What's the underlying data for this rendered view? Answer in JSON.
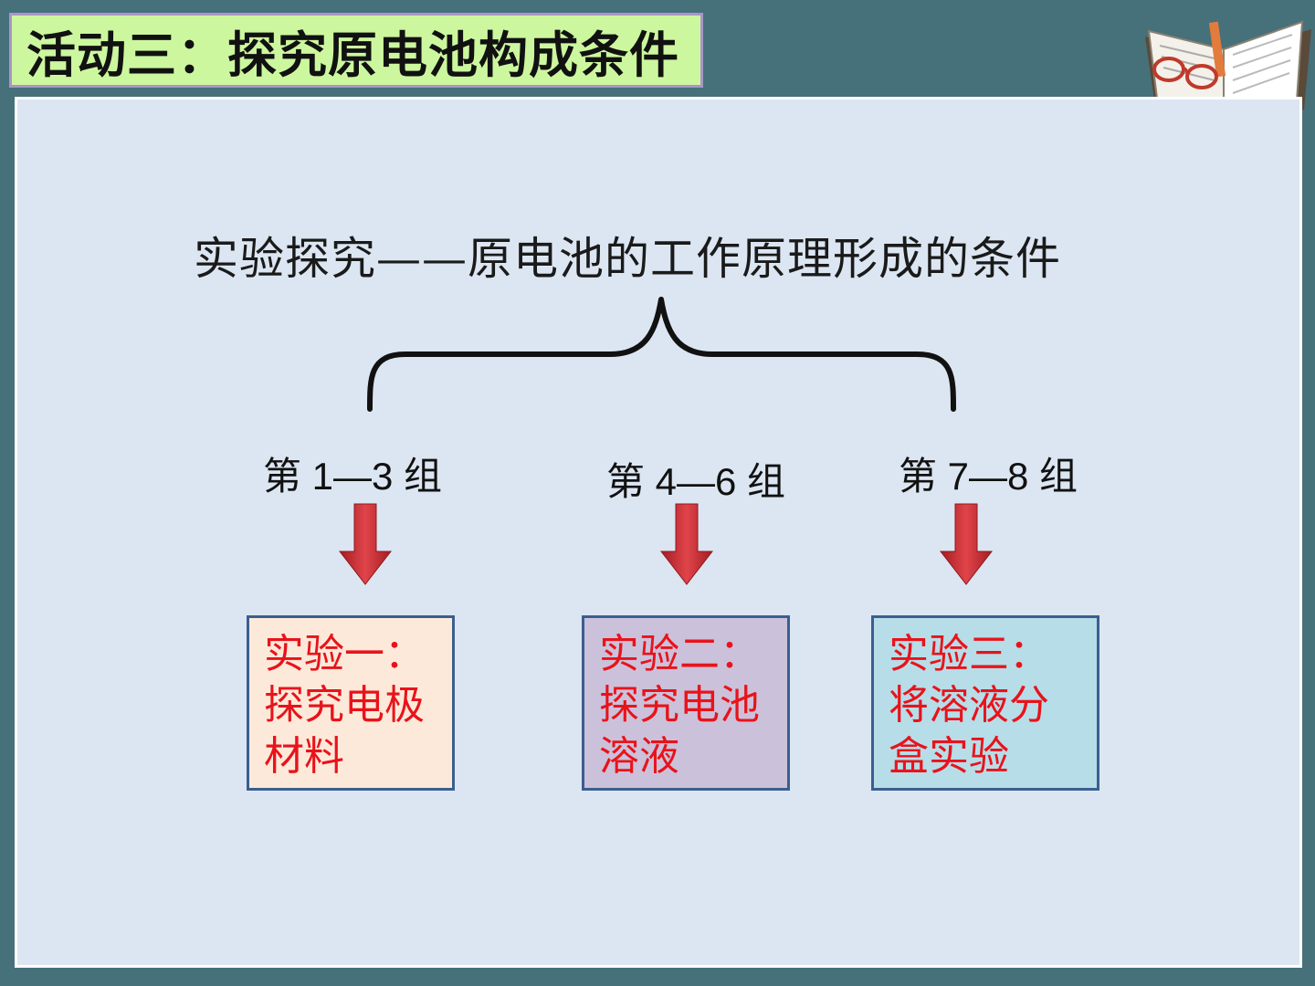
{
  "title": "活动三：探究原电池构成条件",
  "heading": "实验探究——原电池的工作原理形成的条件",
  "groups": [
    {
      "label": "第 1—3 组",
      "box": {
        "line1": "实验一：",
        "line2": "探究电极",
        "line3": "材料"
      }
    },
    {
      "label": "第 4—6 组",
      "box": {
        "line1": "实验二：",
        "line2": "探究电池",
        "line3": "溶液"
      }
    },
    {
      "label": "第 7—8 组",
      "box": {
        "line1": "实验三：",
        "line2": "将溶液分",
        "line3": "盒实验"
      }
    }
  ],
  "icons": {
    "decoration": "open-book-with-glasses-icon",
    "arrow": "down-arrow-icon",
    "brace": "curly-brace"
  },
  "colors": {
    "background": "#46707a",
    "title_bg": "#ccf79e",
    "panel_bg": "#dce6f2",
    "box1_bg": "#fde9d9",
    "box2_bg": "#ccc1da",
    "box3_bg": "#b7dde8",
    "box_text": "#e8131b",
    "arrow": "#c0262b"
  }
}
